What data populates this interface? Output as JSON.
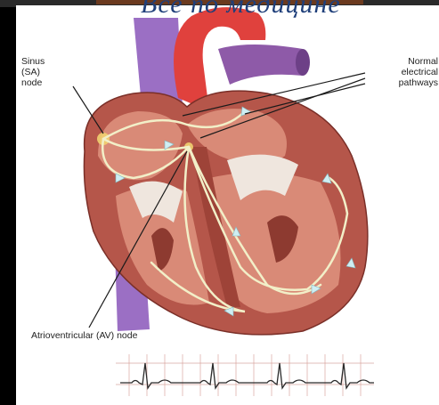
{
  "watermark": "Все по медицине",
  "labels": {
    "sa_node": [
      "Sinus",
      "(SA)",
      "node"
    ],
    "normal_pathways": [
      "Normal",
      "electrical",
      "pathways"
    ],
    "av_node": "Atrioventricular (AV) node"
  },
  "colors": {
    "myocardium": "#b5564a",
    "myocardium_inner": "#d98a77",
    "aorta": "#e0413d",
    "vena_cava": "#9b6fc4",
    "pulmonary": "#8e5aa8",
    "valve": "#efe6de",
    "pathway": "#f2efc8",
    "ecg_line": "#2a2a2a",
    "ecg_grid": "#d9a7a0"
  }
}
